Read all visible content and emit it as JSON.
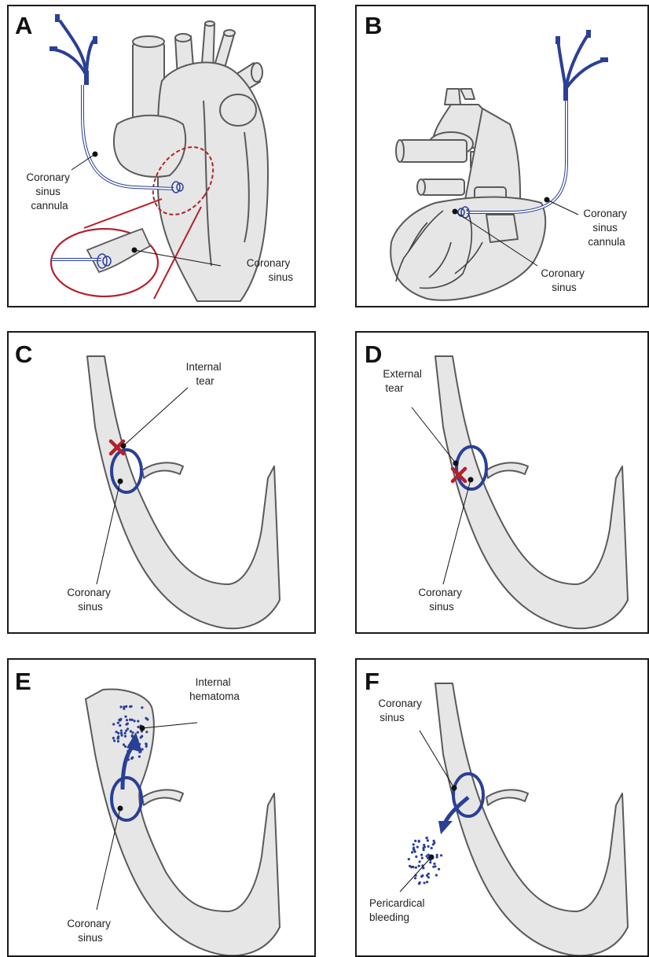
{
  "panels": {
    "A": {
      "letter": "A",
      "labels": {
        "cannula": [
          "Coronary",
          "sinus",
          "cannula"
        ],
        "sinus": [
          "Coronary",
          "sinus"
        ]
      }
    },
    "B": {
      "letter": "B",
      "labels": {
        "cannula": [
          "Coronary",
          "sinus",
          "cannula"
        ],
        "sinus": [
          "Coronary",
          "sinus"
        ]
      }
    },
    "C": {
      "letter": "C",
      "labels": {
        "tear": [
          "Internal",
          "tear"
        ],
        "sinus": [
          "Coronary",
          "sinus"
        ]
      }
    },
    "D": {
      "letter": "D",
      "labels": {
        "tear": [
          "External",
          "tear"
        ],
        "sinus": [
          "Coronary",
          "sinus"
        ]
      }
    },
    "E": {
      "letter": "E",
      "labels": {
        "hematoma": [
          "Internal",
          "hematoma"
        ],
        "sinus": [
          "Coronary",
          "sinus"
        ]
      }
    },
    "F": {
      "letter": "F",
      "labels": {
        "sinus": [
          "Coronary",
          "sinus"
        ],
        "bleeding": [
          "Pericardical",
          "bleeding"
        ]
      }
    }
  },
  "colors": {
    "tissue": "#e6e6e6",
    "outline": "#5a5a5a",
    "cannula": "#2a3f97",
    "tear": "#b5202a",
    "inset": "#b5202a"
  }
}
